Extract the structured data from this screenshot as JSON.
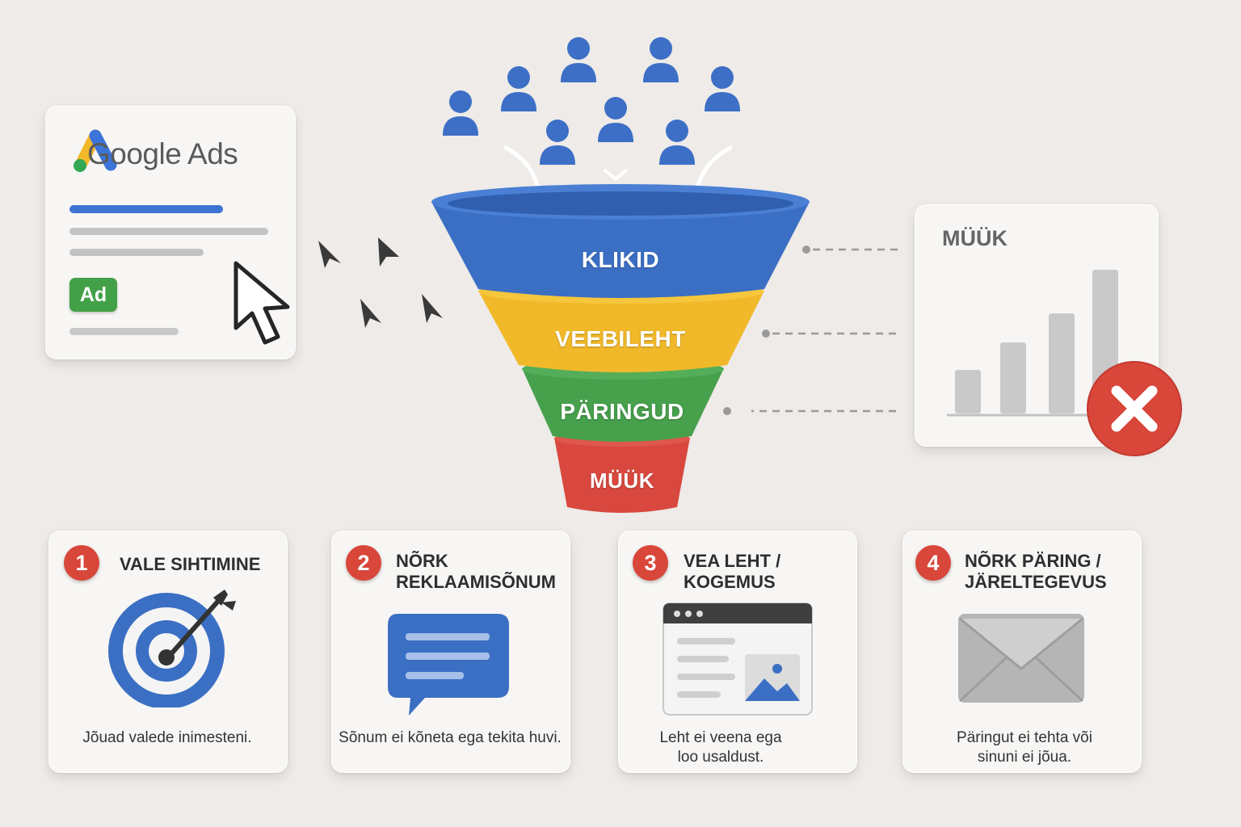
{
  "ads_panel": {
    "brand": "Google Ads",
    "badge": "Ad"
  },
  "funnel": {
    "stages": [
      {
        "label": "KLIKID",
        "color": "#3b6fc4"
      },
      {
        "label": "VEEBILEHT",
        "color": "#f1b92a"
      },
      {
        "label": "PÄRINGUD",
        "color": "#47a04c"
      },
      {
        "label": "MÜÜK",
        "color": "#d9483e"
      }
    ]
  },
  "sales_panel": {
    "title": "MÜÜK",
    "status_icon": "close-icon",
    "status_color": "#d9463a"
  },
  "problems": [
    {
      "number": "1",
      "title_line1": "VALE SIHTIMINE",
      "title_line2": "",
      "icon": "target-icon",
      "desc_line1": "Jõuad valede inimesteni.",
      "desc_line2": ""
    },
    {
      "number": "2",
      "title_line1": "NÕRK",
      "title_line2": "REKLAAMISÕNUM",
      "icon": "message-icon",
      "desc_line1": "Sõnum ei kõneta ega tekita huvi.",
      "desc_line2": ""
    },
    {
      "number": "3",
      "title_line1": "VEA LEHT /",
      "title_line2": "KOGEMUS",
      "icon": "webpage-icon",
      "desc_line1": "Leht ei veena ega",
      "desc_line2": "loo usaldust."
    },
    {
      "number": "4",
      "title_line1": "NÕRK PÄRING /",
      "title_line2": "JÄRELTEGEVUS",
      "icon": "envelope-icon",
      "desc_line1": "Päringut ei tehta või",
      "desc_line2": "sinuni ei jõua."
    }
  ],
  "colors": {
    "blue": "#3b6fc4",
    "yellow": "#f1b92a",
    "green": "#47a04c",
    "red": "#d9483e",
    "background": "#eeebe8"
  }
}
